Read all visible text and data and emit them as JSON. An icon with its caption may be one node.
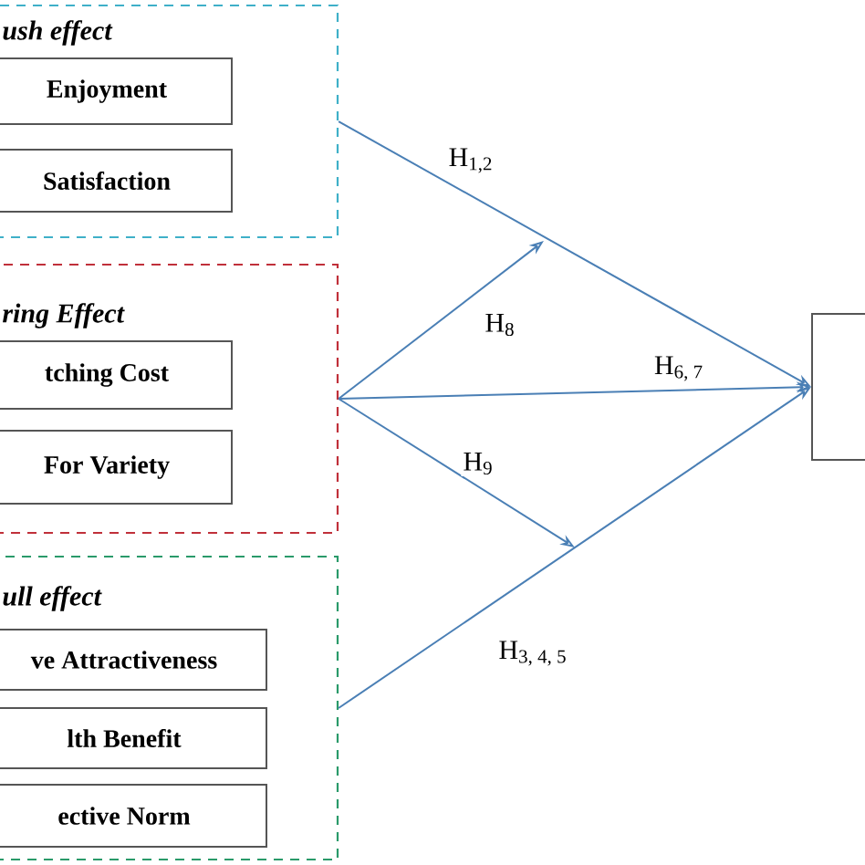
{
  "diagram": {
    "nodes": [
      {
        "text": [
          "ush effect"
        ]
      },
      {
        "text": [
          "Enjoyment"
        ],
        "in": 0
      },
      {
        "text": [
          "Satisfaction"
        ],
        "in": 0
      },
      {
        "text": [
          "ring Effect"
        ]
      },
      {
        "text": [
          "tching Cost"
        ],
        "in": 3
      },
      {
        "text": [
          "For Variety"
        ],
        "in": 3
      },
      {
        "text": [
          "ull effect"
        ]
      },
      {
        "text": [
          "ve Attractiveness"
        ],
        "in": 6
      },
      {
        "text": [
          "lth Benefit"
        ],
        "in": 6
      },
      {
        "text": [
          "ective Norm"
        ],
        "in": 6
      },
      {
        "text": [],
        "shape": "box"
      }
    ],
    "edges": [
      {
        "from": 0,
        "to": 10,
        "arrow": "to",
        "label": "H$_{1,2}$"
      },
      {
        "from": 3,
        "to": null,
        "arrow": "to",
        "label": "H$_{8}$"
      },
      {
        "from": 3,
        "to": 10,
        "arrow": "to",
        "label": "H$_{6, 7}$"
      },
      {
        "from": 3,
        "to": null,
        "arrow": "to",
        "label": "H$_{9}$"
      },
      {
        "from": 6,
        "to": 10,
        "arrow": "to",
        "label": "H$_{3, 4, 5}$"
      }
    ]
  }
}
